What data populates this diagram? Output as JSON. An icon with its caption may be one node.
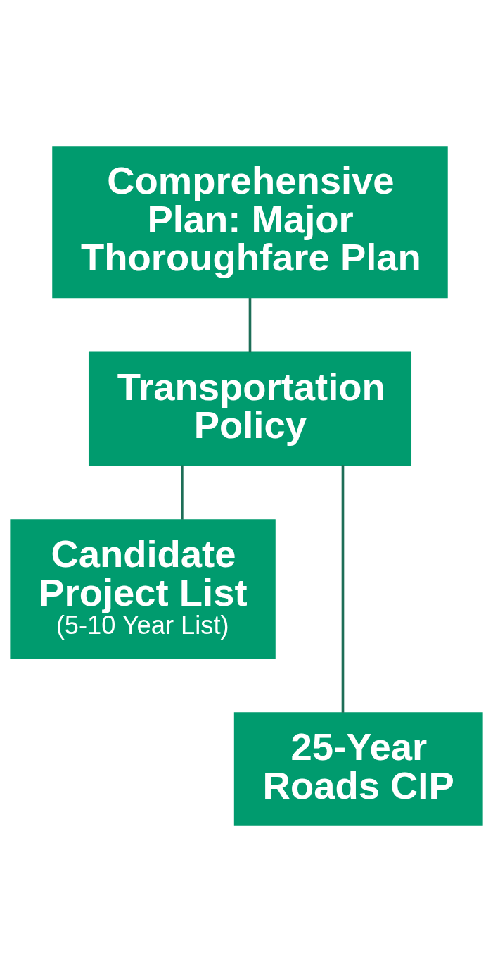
{
  "diagram": {
    "nodes": [
      {
        "text": [
          "Comprehensive Plan: Major Thoroughfare Plan"
        ]
      },
      {
        "text": [
          "Transportation Policy"
        ]
      },
      {
        "text": [
          "Candidate Project List",
          "(5-10 Year List)"
        ]
      },
      {
        "text": [
          "25-Year Roads CIP"
        ]
      }
    ],
    "edges": [
      {
        "from": 0,
        "to": 1,
        "arrow": "none"
      },
      {
        "from": 1,
        "to": 2,
        "arrow": "none"
      },
      {
        "from": 1,
        "to": 3,
        "arrow": "none"
      }
    ]
  }
}
